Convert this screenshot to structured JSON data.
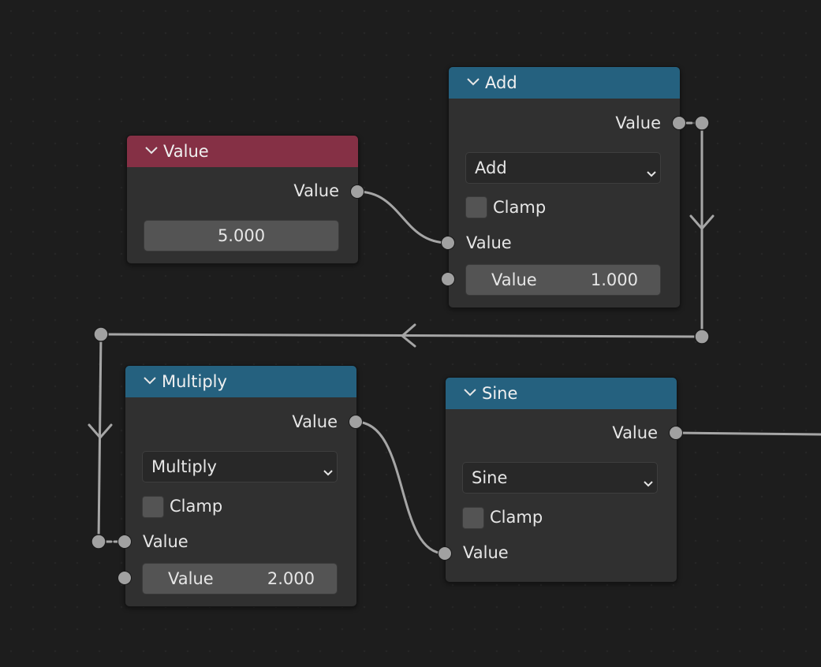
{
  "nodes": {
    "value": {
      "title": "Value",
      "output_label": "Value",
      "field_value": "5.000"
    },
    "add": {
      "title": "Add",
      "output_label": "Value",
      "operation": "Add",
      "clamp_label": "Clamp",
      "input1_label": "Value",
      "input2_label": "Value",
      "input2_value": "1.000"
    },
    "multiply": {
      "title": "Multiply",
      "output_label": "Value",
      "operation": "Multiply",
      "clamp_label": "Clamp",
      "input1_label": "Value",
      "input2_label": "Value",
      "input2_value": "2.000"
    },
    "sine": {
      "title": "Sine",
      "output_label": "Value",
      "operation": "Sine",
      "clamp_label": "Clamp",
      "input1_label": "Value"
    }
  },
  "colors": {
    "background": "#1d1d1d",
    "node_body": "#303030",
    "header_value": "#853045",
    "header_math": "#25617f",
    "socket": "#a1a1a1",
    "wire": "#a6a6a6"
  },
  "icons": {
    "collapse": "chevron-down-icon",
    "dropdown": "chevron-down-icon",
    "reroute": "reroute-dot-icon"
  }
}
